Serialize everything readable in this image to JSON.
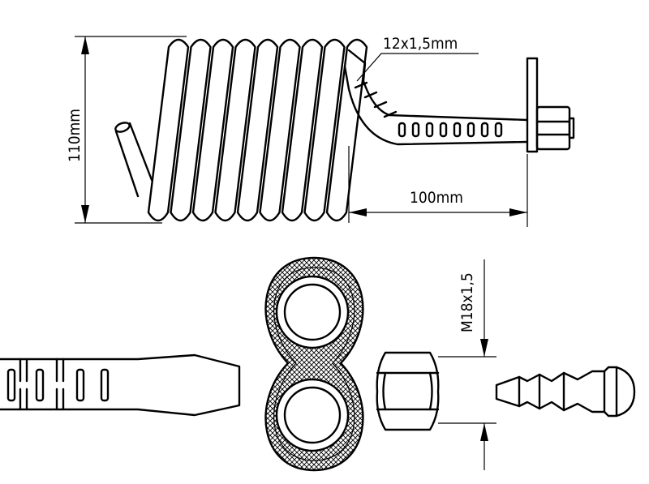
{
  "labels": {
    "height_dim": "110mm",
    "length_dim": "100mm",
    "tube_spec": "12x1,5mm",
    "thread_spec": "M18x1,5"
  },
  "colors": {
    "line": "#000000",
    "background": "#ffffff"
  }
}
